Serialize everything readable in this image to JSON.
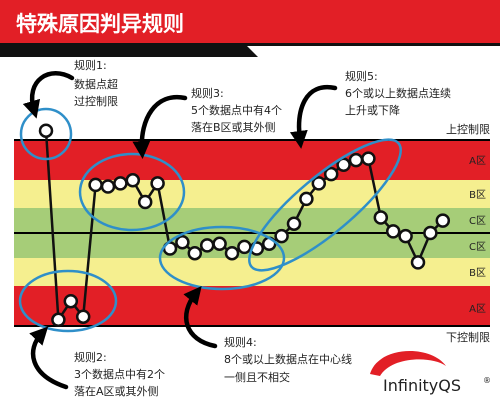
{
  "header": {
    "title": "特殊原因判异规则",
    "bg_color": "#e21f26"
  },
  "zones": {
    "ucl_label": "上控制限",
    "lcl_label": "下控制限",
    "band_labels": [
      "A区",
      "B区",
      "C区",
      "C区",
      "B区",
      "A区"
    ],
    "colors": {
      "a": "#e21f26",
      "b": "#f5ef8f",
      "c": "#a6cd78"
    }
  },
  "rules": [
    {
      "title": "规则1:",
      "lines": [
        "数据点超",
        "过控制限"
      ]
    },
    {
      "title": "规则2:",
      "lines": [
        "3个数据点中有2个",
        "落在A区或其外侧"
      ]
    },
    {
      "title": "规则3:",
      "lines": [
        "5个数据点中有4个",
        "落在B区或其外侧"
      ]
    },
    {
      "title": "规则4:",
      "lines": [
        "8个或以上数据点在中心线",
        "一侧且不相交"
      ]
    },
    {
      "title": "规则5:",
      "lines": [
        "6个或以上数据点连续",
        "上升或下降"
      ]
    }
  ],
  "logo": {
    "text": "InfinityQS",
    "mark": "®",
    "accent": "#e21f26"
  },
  "chart_data": {
    "type": "line",
    "y_unit": "sigma",
    "ylim": [
      -3,
      3
    ],
    "values": [
      3.3,
      -2.8,
      -2.2,
      -2.7,
      1.55,
      1.5,
      1.6,
      1.7,
      1.0,
      1.6,
      -0.5,
      -0.3,
      -0.65,
      -0.4,
      -0.35,
      -0.65,
      -0.45,
      -0.5,
      -0.35,
      -0.1,
      0.3,
      1.1,
      1.6,
      1.9,
      2.2,
      2.35,
      2.4,
      0.5,
      0.05,
      -0.1,
      -0.95,
      0.0,
      0.4
    ],
    "series_color": "#111111",
    "marker_fill": "#ffffff"
  }
}
